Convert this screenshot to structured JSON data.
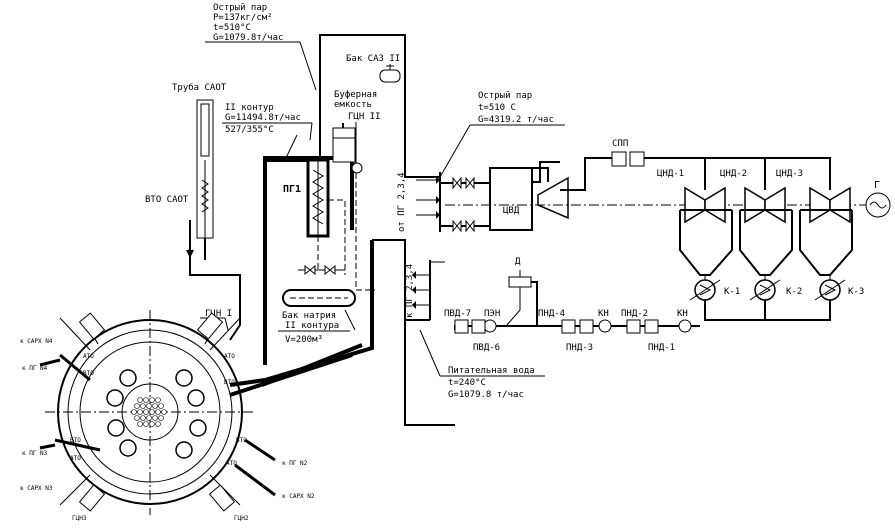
{
  "labels": {
    "live_steam_top": [
      "Острый пар",
      "P=137кг/см²",
      "t=510°C",
      "G=1079.8т/час"
    ],
    "tank_saz": "Бак САЗ II",
    "buffer_tank": [
      "Буферная",
      "емкость"
    ],
    "gcn2": "ГЦН II",
    "pipe_saot": "Труба САОТ",
    "loop2": [
      "II контур",
      "G=11494.8т/час",
      "527/355°C"
    ],
    "vto_saot": "ВТО САОТ",
    "pg1": "ПГ1",
    "gcn1": "ГЦН I",
    "from_pg": "от ПГ 2,3,4",
    "to_pg": "к ПГ 2,3,4",
    "sodium_tank": [
      "Бак натрия",
      "II контура",
      "V=200м³"
    ],
    "live_steam_right": [
      "Острый пар",
      "t=510 С",
      "G=4319.2 т/час"
    ],
    "feedwater": [
      "Питательная вода",
      "t=240°С",
      "G=1079.8 т/час"
    ],
    "spp": "СПП",
    "cvd": "ЦВД",
    "cnd": [
      "ЦНД-1",
      "ЦНД-2",
      "ЦНД-3"
    ],
    "generator": "Г",
    "condensers": [
      "К-1",
      "К-2",
      "К-3"
    ],
    "d": "Д",
    "pen": "ПЭН",
    "pvd7": "ПВД-7",
    "pvd6": "ПВД-6",
    "pnd4": "ПНД-4",
    "pnd3": "ПНД-3",
    "pnd2": "ПНД-2",
    "pnd1": "ПНД-1",
    "kn": [
      "КН",
      "КН"
    ],
    "reactor_outer": [
      "к САРХ N4",
      "к ПГ N4",
      "к ПГ N3",
      "к САРХ N3",
      "к ПГ N2",
      "к САРХ N2"
    ],
    "reactor_small": [
      "АТО",
      "ВТО",
      "АТО",
      "ВТО",
      "ВТО",
      "АТО",
      "ВТО",
      "АТО"
    ],
    "reactor_bottom": [
      "ГЦН3",
      "ГЦН2"
    ]
  }
}
